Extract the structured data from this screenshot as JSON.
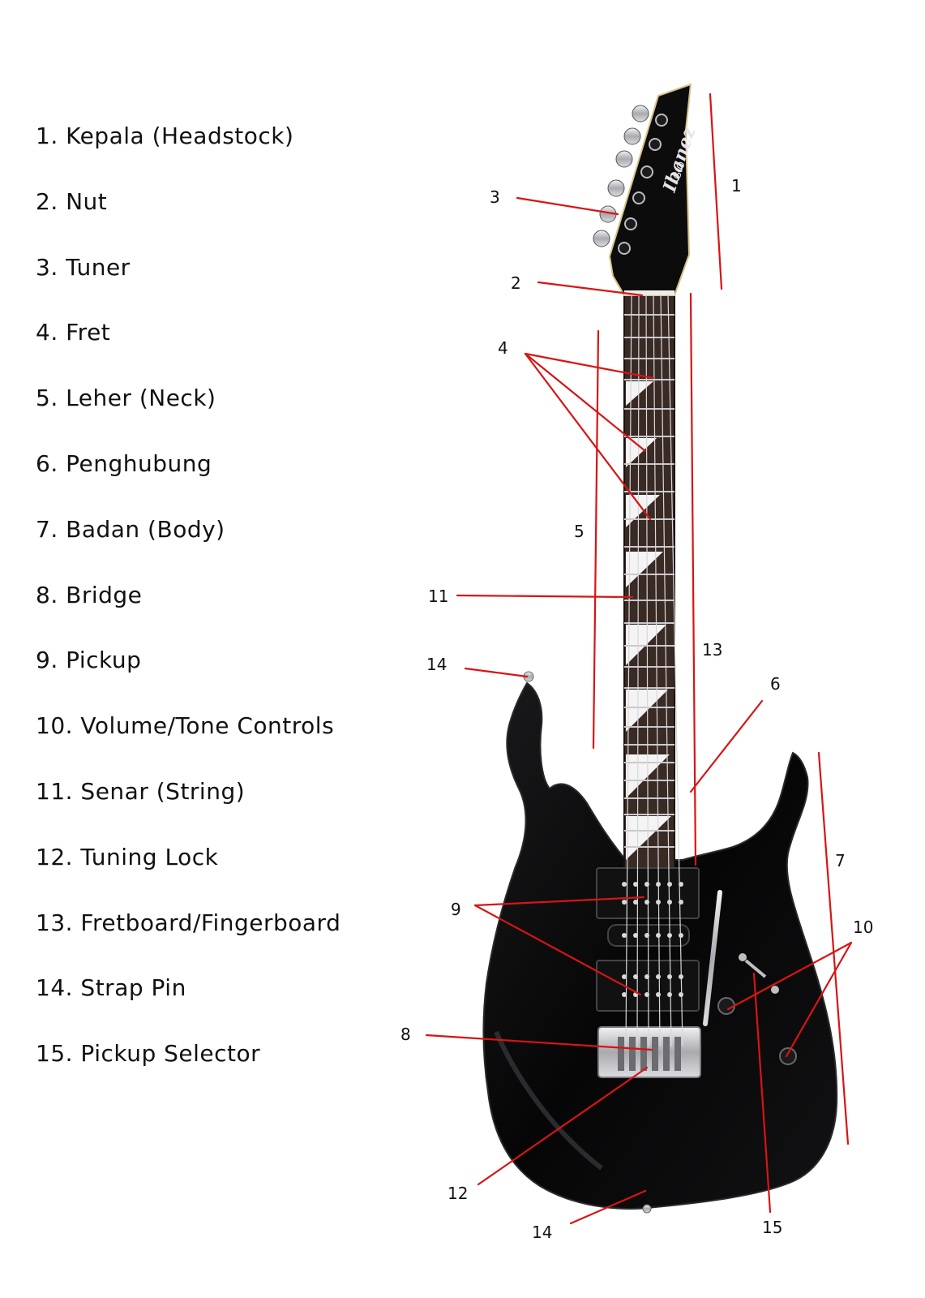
{
  "legend": [
    "1. Kepala (Headstock)",
    "2. Nut",
    "3. Tuner",
    "4. Fret",
    "5. Leher (Neck)",
    "6. Penghubung",
    "7. Badan (Body)",
    "8. Bridge",
    "9. Pickup",
    "10. Volume/Tone Controls",
    "11. Senar (String)",
    "12. Tuning Lock",
    "13. Fretboard/Fingerboard",
    "14. Strap Pin",
    "15. Pickup Selector"
  ],
  "callouts": [
    "1",
    "2",
    "3",
    "4",
    "5",
    "6",
    "7",
    "8",
    "9",
    "10",
    "11",
    "12",
    "13",
    "14",
    "14",
    "15"
  ],
  "brand": "Ibanez",
  "model": "GIO",
  "colors": {
    "leader_line": "#d81414",
    "body": "#0c0c0d",
    "fretboard": "#3a2a24",
    "hardware": "#c8c8cc"
  }
}
